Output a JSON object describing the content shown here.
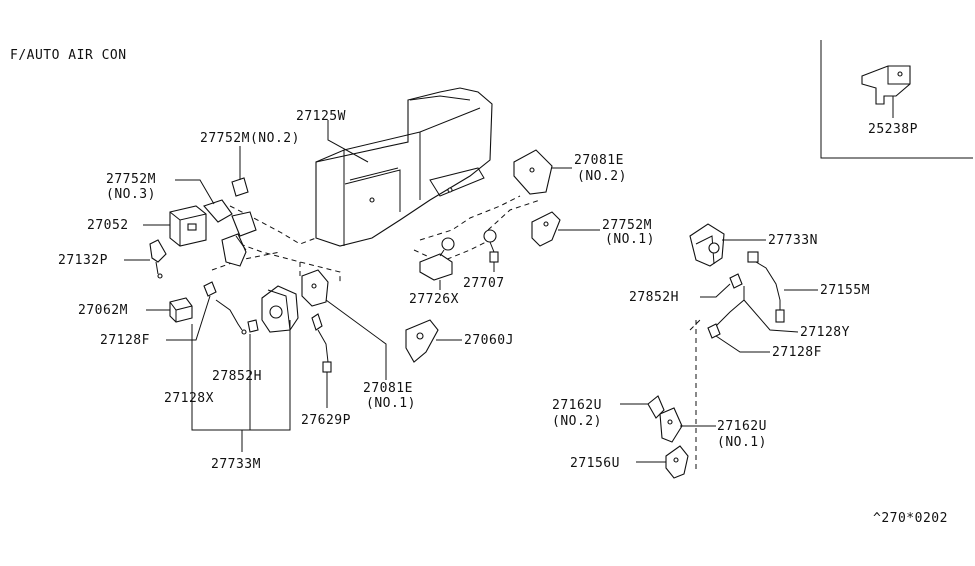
{
  "diagram": {
    "title": "F/AUTO AIR CON",
    "footer_code": "^270*0202",
    "callouts": [
      {
        "id": "c_27125W",
        "text": "27125W"
      },
      {
        "id": "c_27752M_2",
        "text": "27752M(NO.2)"
      },
      {
        "id": "c_27752M_3a",
        "text": "27752M"
      },
      {
        "id": "c_27752M_3b",
        "text": "(NO.3)"
      },
      {
        "id": "c_27052",
        "text": "27052"
      },
      {
        "id": "c_27132P",
        "text": "27132P"
      },
      {
        "id": "c_27062M",
        "text": "27062M"
      },
      {
        "id": "c_27128F_l",
        "text": "27128F"
      },
      {
        "id": "c_27852H_l",
        "text": "27852H"
      },
      {
        "id": "c_27128X",
        "text": "27128X"
      },
      {
        "id": "c_27733M",
        "text": "27733M"
      },
      {
        "id": "c_27629P",
        "text": "27629P"
      },
      {
        "id": "c_27081E_1a",
        "text": "27081E"
      },
      {
        "id": "c_27081E_1b",
        "text": "(NO.1)"
      },
      {
        "id": "c_27060J",
        "text": "27060J"
      },
      {
        "id": "c_27726X",
        "text": "27726X"
      },
      {
        "id": "c_27707",
        "text": "27707"
      },
      {
        "id": "c_27081E_2a",
        "text": "27081E"
      },
      {
        "id": "c_27081E_2b",
        "text": "(NO.2)"
      },
      {
        "id": "c_27752M_1a",
        "text": "27752M"
      },
      {
        "id": "c_27752M_1b",
        "text": "(NO.1)"
      },
      {
        "id": "c_27733N",
        "text": "27733N"
      },
      {
        "id": "c_27852H_r",
        "text": "27852H"
      },
      {
        "id": "c_27155M",
        "text": "27155M"
      },
      {
        "id": "c_27128Y",
        "text": "27128Y"
      },
      {
        "id": "c_27128F_r",
        "text": "27128F"
      },
      {
        "id": "c_27162U_2a",
        "text": "27162U"
      },
      {
        "id": "c_27162U_2b",
        "text": "(NO.2)"
      },
      {
        "id": "c_27162U_1a",
        "text": "27162U"
      },
      {
        "id": "c_27162U_1b",
        "text": "(NO.1)"
      },
      {
        "id": "c_27156U",
        "text": "27156U"
      },
      {
        "id": "c_25238P",
        "text": "25238P"
      }
    ]
  }
}
